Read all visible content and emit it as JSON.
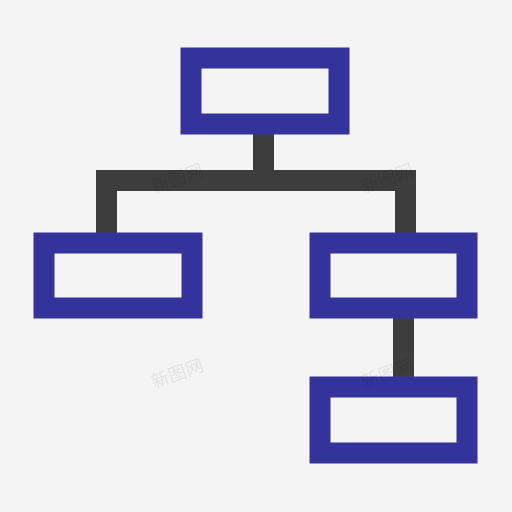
{
  "icon": {
    "name": "org-chart-icon",
    "colors": {
      "background": "#f4f4f4",
      "node_stroke": "#33339b",
      "node_fill": "#f4f4f4",
      "connector": "#3d3d3d"
    },
    "nodes": [
      {
        "id": "root-node"
      },
      {
        "id": "left-child-node"
      },
      {
        "id": "right-child-node"
      },
      {
        "id": "right-grandchild-node"
      }
    ],
    "edges": [
      {
        "from": "root-node",
        "to": "left-child-node"
      },
      {
        "from": "root-node",
        "to": "right-child-node"
      },
      {
        "from": "right-child-node",
        "to": "right-grandchild-node"
      }
    ]
  },
  "watermark": {
    "text": "新图网"
  }
}
